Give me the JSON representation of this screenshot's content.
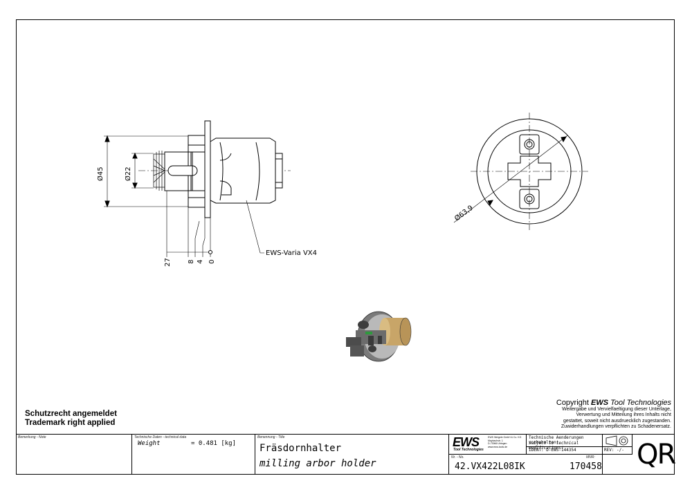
{
  "drawing": {
    "dimensions": {
      "d45": "Ø45",
      "d22": "Ø22",
      "d63": "Ø63,9",
      "l27": "27",
      "l8": "8",
      "l4": "4",
      "l0": "0"
    },
    "callout": "EWS-Varia VX4"
  },
  "notice": {
    "line1": "Schutzrecht angemeldet",
    "line2": "Trademark right applied"
  },
  "copyright": {
    "title_prefix": "Copyright ",
    "title_brand": "EWS",
    "title_suffix": " Tool Technologies",
    "lines": [
      "Weitergabe und Vervielfaeltigung dieser Unterlage,",
      "Verwertung und Mitteilung ihres Inhalts nicht",
      "gestattet, soweit nicht ausdruecklich zugestanden.",
      "Zuwiderhandlungen verpflichten zu Schadenersatz."
    ]
  },
  "title_block": {
    "remark_label": "Bemerkung - Note",
    "tech_label": "Technische Daten - technical data",
    "weight_label": "Weight",
    "weight_value": "= 0.481 [kg]",
    "title_label": "Benennung - Title",
    "title_de": "Fräsdornhalter",
    "title_en": "milling arbor holder",
    "logo": "EWS",
    "logo_sub": "Tool Technologies",
    "company_lines": [
      "EWS Weigele GmbH & Co. KG",
      "Maybachstr. 1",
      "D-73066 Uhingen",
      "www.ews-tools.de"
    ],
    "changes_de": "Technische Aenderungen vorbehalten!",
    "changes_en": "Subject to technical modifications!",
    "ident": "IDENT: D-EWS-144354",
    "rev": "REV: -/-",
    "nr_label": "Nr. - No.",
    "part_number": "42.VX422L08IK",
    "mnr_label": "MNR:",
    "mnr": "170458",
    "qr": "QR"
  }
}
